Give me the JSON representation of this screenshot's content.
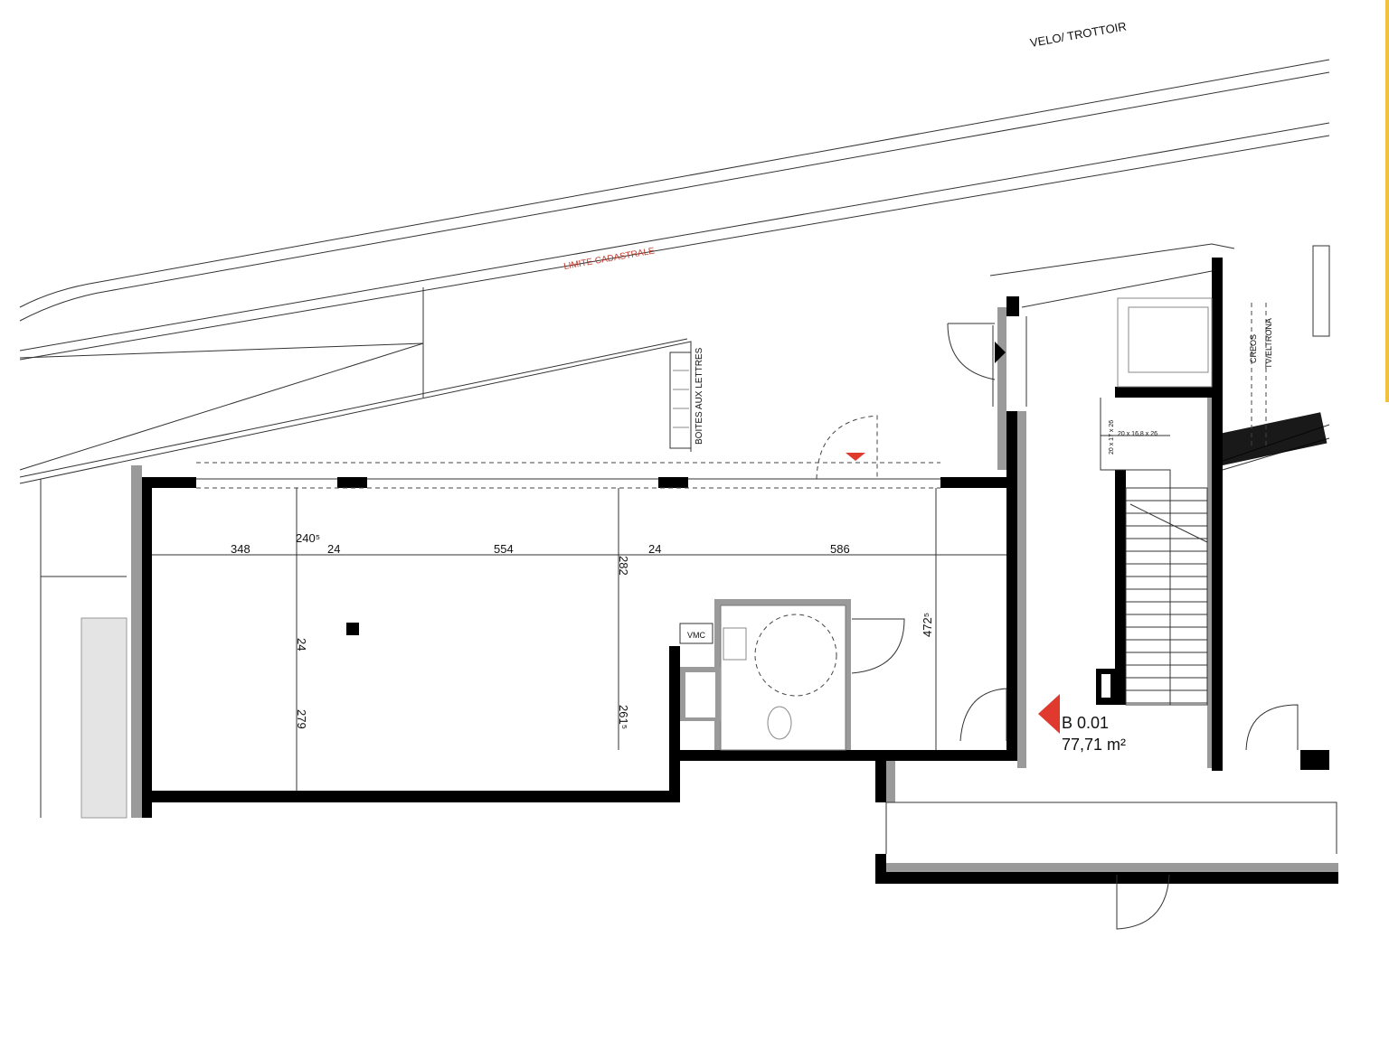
{
  "labels": {
    "street": "VELO/ TROTTOIR",
    "cadastral_limit": "LIMITE CADASTRALE",
    "mailboxes": "BOITES AUX LETTRES",
    "creos": "CREOS",
    "tv_eltrona": "TV/ELTRONA",
    "stair_dim_1": "20 x 17 x 26",
    "stair_dim_2": "20 x 16,8 x 26",
    "vmc": "VMC"
  },
  "dimensions": {
    "d348": "348",
    "d240": "240⁵",
    "d24a": "24",
    "d554": "554",
    "d24b": "24",
    "d586": "586",
    "d282": "282",
    "d4725": "472⁵",
    "d24c": "24",
    "d279": "279",
    "d2615": "261⁵"
  },
  "room": {
    "id": "B 0.01",
    "area": "77,71 m²"
  },
  "colors": {
    "accent": "#e03a2f",
    "cadastral": "#c0392b",
    "wall": "#000000"
  }
}
